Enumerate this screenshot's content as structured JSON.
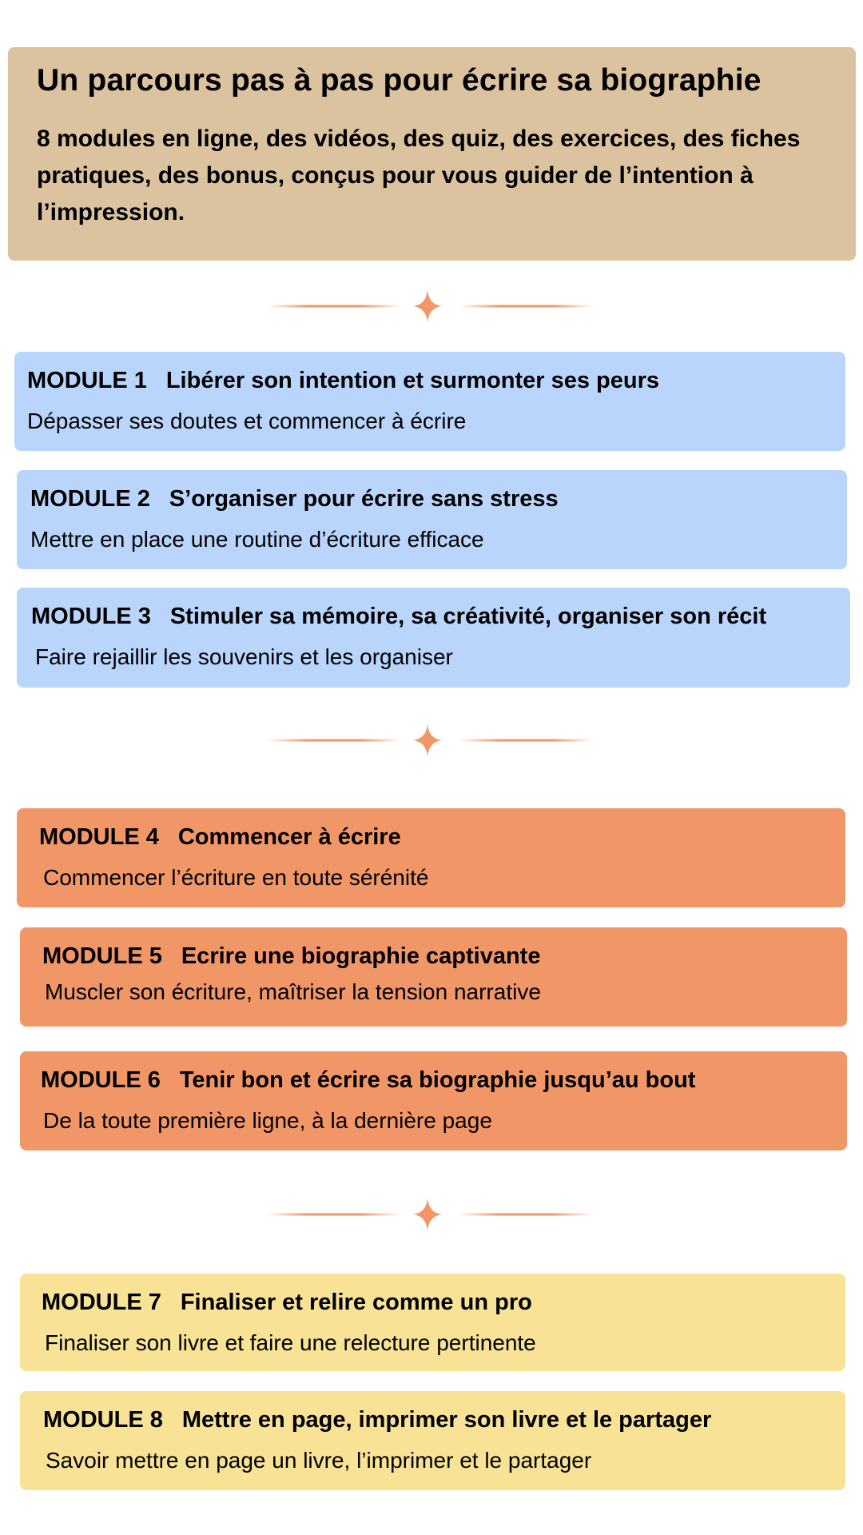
{
  "header": {
    "title": "Un parcours pas à pas pour écrire sa biographie",
    "description": "8 modules en ligne, des vidéos, des quiz, des exercices, des fiches pratiques, des bonus, conçus pour vous guider de l’intention à l’impression."
  },
  "colors": {
    "header_bg": "#DCC39F",
    "group1": "#B9D5FC",
    "group2": "#F19667",
    "group3": "#F7E295",
    "divider": "#F19667"
  },
  "modules": [
    {
      "number": "MODULE 1",
      "title": "Libérer son intention et surmonter ses peurs",
      "subtitle": "Dépasser ses doutes et commencer à écrire"
    },
    {
      "number": "MODULE 2",
      "title": "S’organiser pour écrire sans stress",
      "subtitle": "Mettre en place une routine d’écriture efficace"
    },
    {
      "number": "MODULE 3",
      "title": "Stimuler sa mémoire, sa créativité, organiser son récit",
      "subtitle": "Faire rejaillir les souvenirs et les organiser"
    },
    {
      "number": "MODULE 4",
      "title": "Commencer à écrire",
      "subtitle": "Commencer l’écriture en toute sérénité"
    },
    {
      "number": "MODULE 5",
      "title": "Ecrire une biographie captivante",
      "subtitle": "Muscler son écriture, maîtriser la tension narrative"
    },
    {
      "number": "MODULE 6",
      "title": "Tenir bon et écrire sa biographie jusqu’au bout",
      "subtitle": "De la toute première ligne, à la dernière page"
    },
    {
      "number": "MODULE 7",
      "title": "Finaliser et relire comme un pro",
      "subtitle": "Finaliser son livre et faire une relecture pertinente"
    },
    {
      "number": "MODULE 8",
      "title": "Mettre en page, imprimer son livre et le partager",
      "subtitle": "Savoir mettre en page un livre, l’imprimer et le partager"
    }
  ]
}
